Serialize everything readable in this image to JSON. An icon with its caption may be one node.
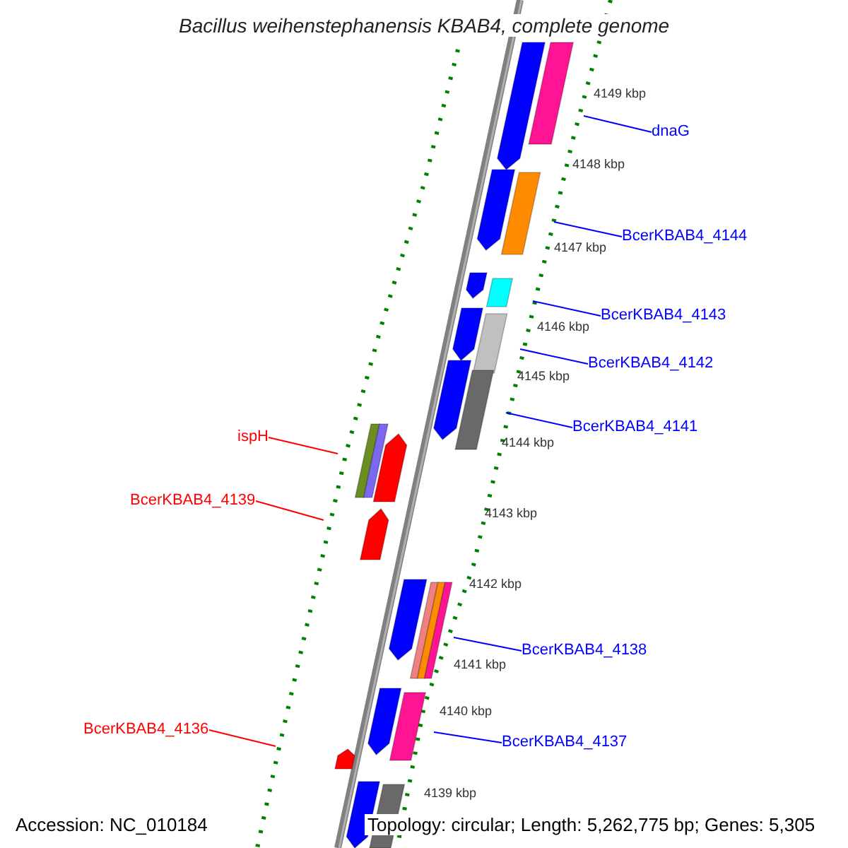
{
  "diagram": {
    "title": "Bacillus weihenstephanensis KBAB4, complete genome",
    "nodes": [
      {
        "text": [
          "dnaG"
        ]
      },
      {
        "text": [
          "BcerKBAB4_4144"
        ]
      },
      {
        "text": [
          "BcerKBAB4_4143"
        ]
      },
      {
        "text": [
          "BcerKBAB4_4142"
        ]
      },
      {
        "text": [
          "BcerKBAB4_4141"
        ]
      },
      {
        "text": [
          "ispH"
        ]
      },
      {
        "text": [
          "BcerKBAB4_4139"
        ]
      },
      {
        "text": [
          "BcerKBAB4_4138"
        ]
      },
      {
        "text": [
          "BcerKBAB4_4137"
        ]
      },
      {
        "text": [
          "BcerKBAB4_4136"
        ]
      }
    ],
    "edges": [
      {
        "from": 0,
        "to": null,
        "arrow": "none"
      },
      {
        "from": 1,
        "to": null,
        "arrow": "none"
      },
      {
        "from": 2,
        "to": null,
        "arrow": "none"
      },
      {
        "from": 3,
        "to": null,
        "arrow": "none"
      },
      {
        "from": 4,
        "to": null,
        "arrow": "none"
      },
      {
        "from": 5,
        "to": null,
        "arrow": "none",
        "color": "#ff0000"
      },
      {
        "from": 6,
        "to": null,
        "arrow": "none",
        "color": "#ff0000"
      },
      {
        "from": 7,
        "to": null,
        "arrow": "none"
      },
      {
        "from": 8,
        "to": null,
        "arrow": "none"
      },
      {
        "from": 9,
        "to": null,
        "arrow": "none",
        "color": "#ff0000"
      }
    ],
    "labels": [
      "4149 kbp",
      "4148 kbp",
      "4147 kbp",
      "4146 kbp",
      "4145 kbp",
      "4144 kbp",
      "4143 kbp",
      "4142 kbp",
      "4141 kbp",
      "4140 kbp",
      "4139 kbp",
      "Accession: NC_010184",
      "Topology: circular; Length: 5,262,775 bp; Genes: 5,305"
    ]
  }
}
